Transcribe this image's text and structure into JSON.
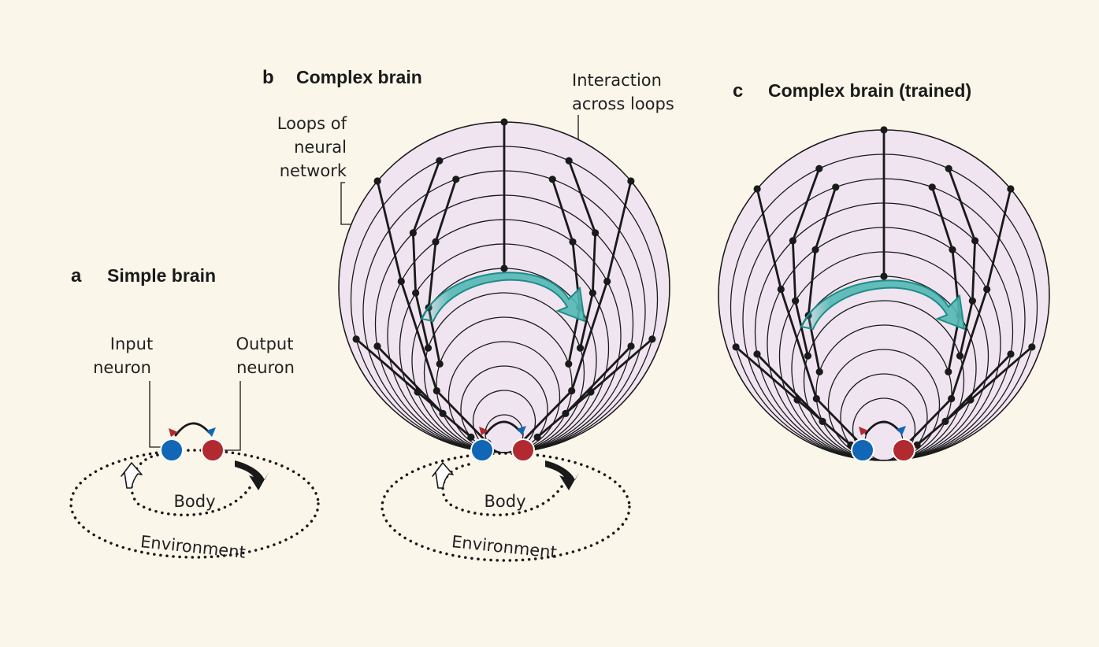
{
  "panel_a": {
    "letter": "a",
    "title": "Simple brain",
    "input_label": [
      "Input",
      "neuron"
    ],
    "output_label": [
      "Output",
      "neuron"
    ],
    "body_label": "Body",
    "environment_label": "Environment"
  },
  "panel_b": {
    "letter": "b",
    "title": "Complex brain",
    "loops_label": [
      "Loops of",
      "neural",
      "network"
    ],
    "interaction_label": [
      "Interaction",
      "across loops"
    ],
    "body_label": "Body",
    "environment_label": "Environment"
  },
  "panel_c": {
    "letter": "c",
    "title": "Complex brain (trained)"
  },
  "colors": {
    "background": "#faf6ea",
    "brain_fill": "#efe4f0",
    "input_neuron": "#1166b5",
    "output_neuron": "#b02a30",
    "interaction_arrow": "#52b8b4"
  }
}
